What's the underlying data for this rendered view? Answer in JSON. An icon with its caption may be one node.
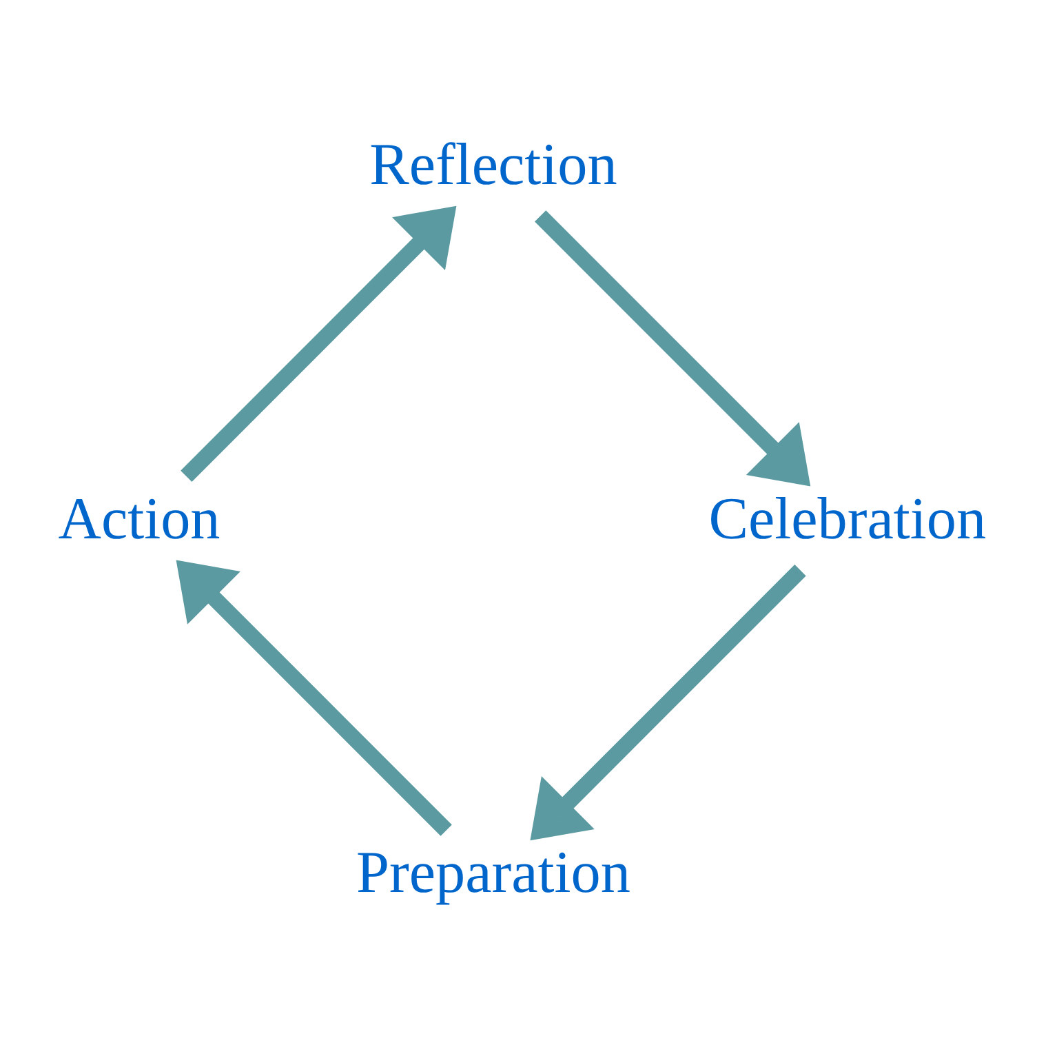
{
  "diagram": {
    "nodes": [
      {
        "text": [
          "Preparation"
        ]
      },
      {
        "text": [
          "Action"
        ]
      },
      {
        "text": [
          "Reflection"
        ]
      },
      {
        "text": [
          "Celebration"
        ]
      }
    ],
    "edges": [
      {
        "from": 0,
        "to": 1,
        "arrow": "to"
      },
      {
        "from": 1,
        "to": 2,
        "arrow": "to"
      },
      {
        "from": 2,
        "to": 3,
        "arrow": "to"
      },
      {
        "from": 3,
        "to": 0,
        "arrow": "to"
      }
    ]
  }
}
